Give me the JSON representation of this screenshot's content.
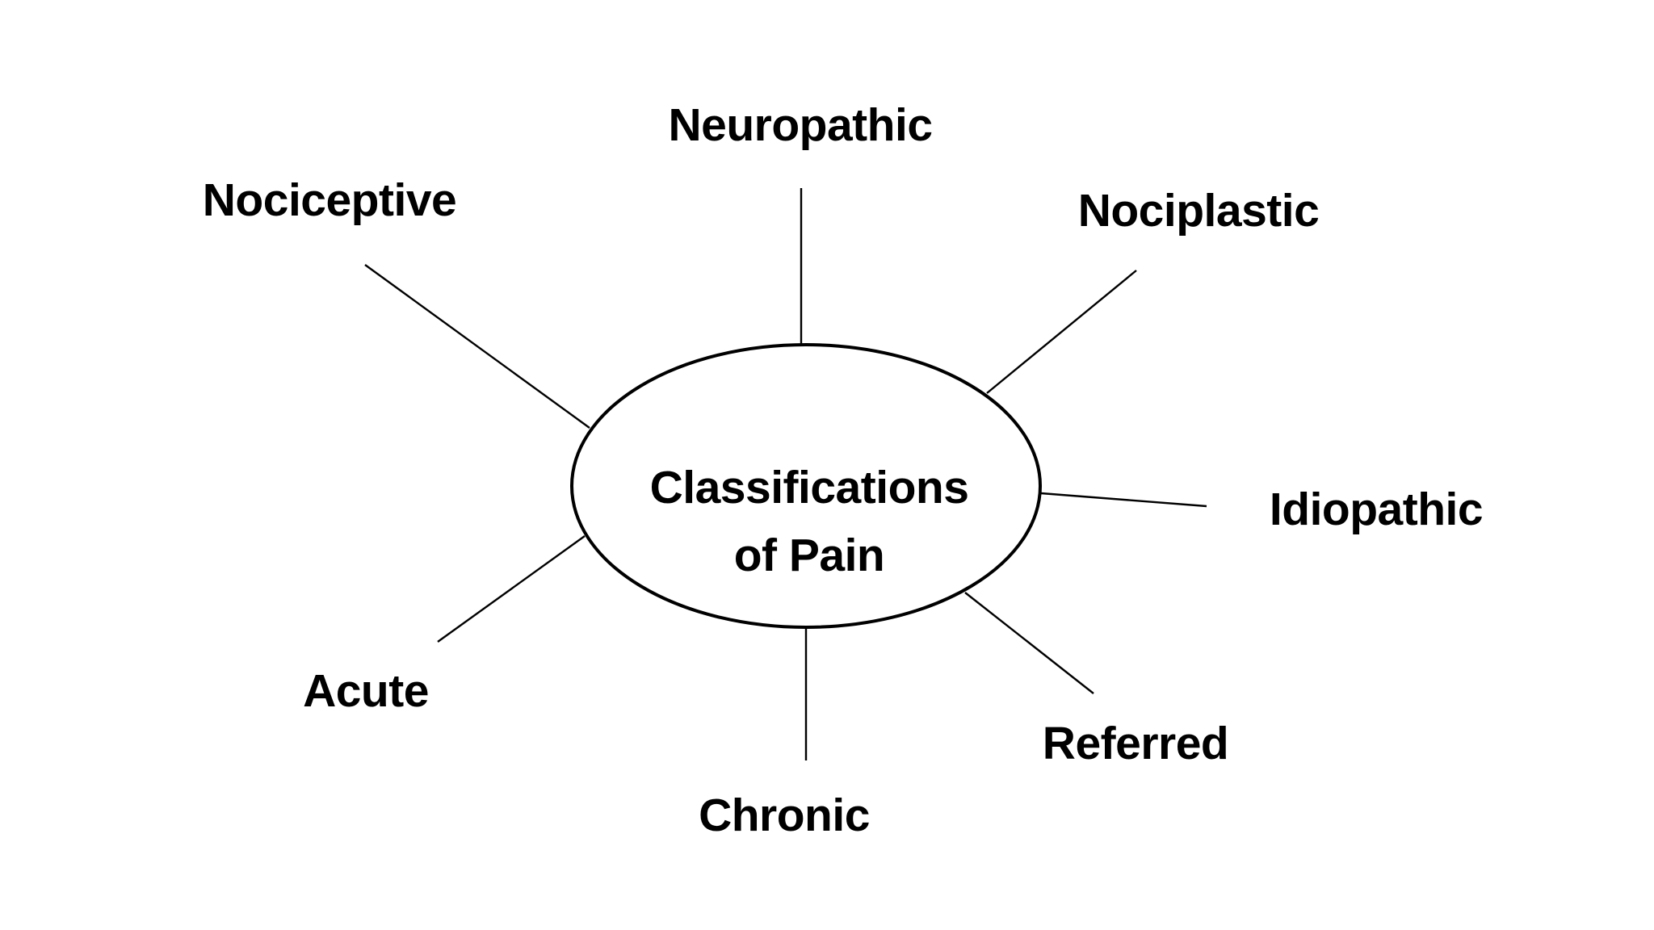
{
  "diagram": {
    "title": "Classifications of Pain",
    "center": {
      "line1": "Classifications",
      "line2": "of Pain"
    },
    "nodes": [
      {
        "id": "neuropathic",
        "label": "Neuropathic"
      },
      {
        "id": "nociceptive",
        "label": "Nociceptive"
      },
      {
        "id": "nociplastic",
        "label": "Nociplastic"
      },
      {
        "id": "idiopathic",
        "label": "Idiopathic"
      },
      {
        "id": "referred",
        "label": "Referred"
      },
      {
        "id": "chronic",
        "label": "Chronic"
      },
      {
        "id": "acute",
        "label": "Acute"
      }
    ]
  },
  "colors": {
    "ink": "#000000",
    "background": "#ffffff"
  }
}
